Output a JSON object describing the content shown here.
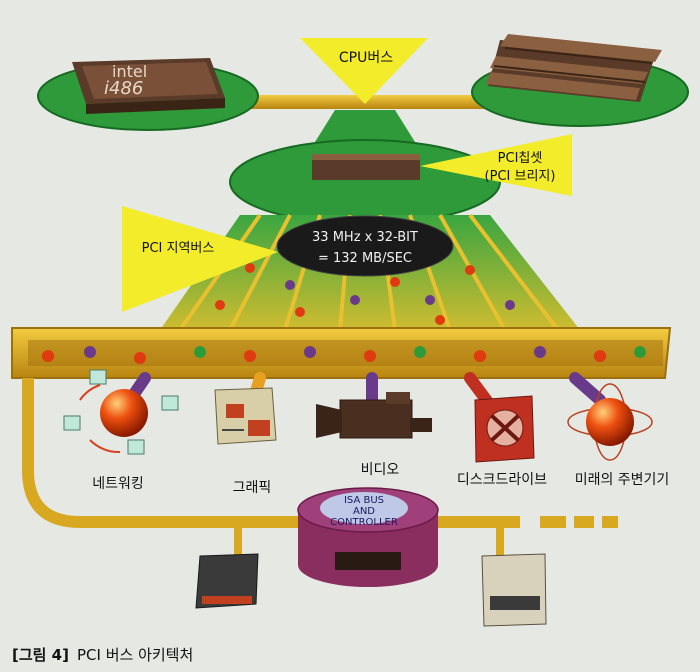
{
  "title_callouts": {
    "cpu_bus": "CPU버스",
    "pci_chipset_line1": "PCI칩셋",
    "pci_chipset_line2": "(PCI 브리지)",
    "pci_local_bus": "PCI 지역버스"
  },
  "cpu_chip": {
    "brand": "intel",
    "model": "i486"
  },
  "bandwidth": {
    "line1": "33 MHz x 32-BIT",
    "line2": "= 132 MB/SEC"
  },
  "devices": {
    "networking": "네트워킹",
    "graphics": "그래픽",
    "video": "비디오",
    "disk_drive": "디스크드라이브",
    "future_peripherals": "미래의 주변기기"
  },
  "isa": {
    "line1": "ISA BUS",
    "line2": "AND",
    "line3": "CONTROLLER"
  },
  "caption": {
    "figure": "[그림 4]",
    "text": "PCI 버스 아키텍처"
  },
  "colors": {
    "board_green": "#2e9a3a",
    "bus_gold": "#d8a820",
    "callout_yellow": "#f2ec2a",
    "isa_purple": "#a0407a",
    "sphere_red": "#e03a10"
  }
}
